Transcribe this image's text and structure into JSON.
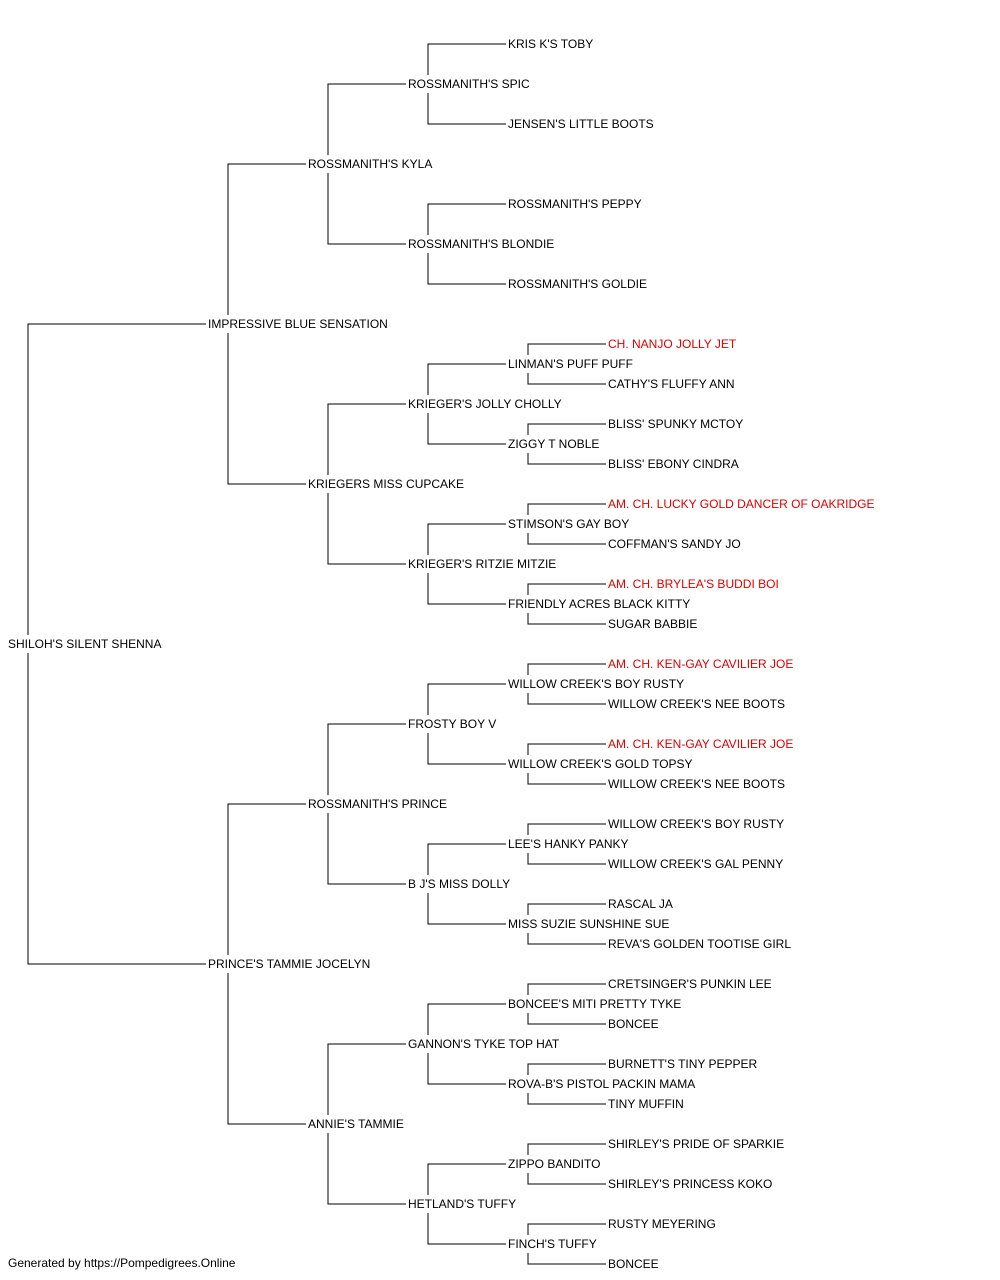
{
  "colors": {
    "text": "#000000",
    "champion": "#e00000",
    "line": "#000000"
  },
  "tree": {
    "name": "SHILOH'S SILENT SHENNA",
    "children": [
      {
        "name": "IMPRESSIVE BLUE SENSATION",
        "children": [
          {
            "name": "ROSSMANITH'S KYLA",
            "children": [
              {
                "name": "ROSSMANITH'S SPIC",
                "children": [
                  {
                    "name": "KRIS K'S TOBY"
                  },
                  {
                    "name": "JENSEN'S LITTLE BOOTS"
                  }
                ]
              },
              {
                "name": "ROSSMANITH'S BLONDIE",
                "children": [
                  {
                    "name": "ROSSMANITH'S PEPPY"
                  },
                  {
                    "name": "ROSSMANITH'S GOLDIE"
                  }
                ]
              }
            ]
          },
          {
            "name": "KRIEGERS MISS CUPCAKE",
            "children": [
              {
                "name": "KRIEGER'S JOLLY CHOLLY",
                "children": [
                  {
                    "name": "LINMAN'S PUFF PUFF",
                    "children": [
                      {
                        "name": "CH. NANJO JOLLY JET",
                        "champion": true
                      },
                      {
                        "name": "CATHY'S FLUFFY ANN"
                      }
                    ]
                  },
                  {
                    "name": "ZIGGY T NOBLE",
                    "children": [
                      {
                        "name": "BLISS' SPUNKY MCTOY"
                      },
                      {
                        "name": "BLISS' EBONY CINDRA"
                      }
                    ]
                  }
                ]
              },
              {
                "name": "KRIEGER'S RITZIE MITZIE",
                "children": [
                  {
                    "name": "STIMSON'S GAY BOY",
                    "children": [
                      {
                        "name": "AM. CH. LUCKY GOLD DANCER OF OAKRIDGE",
                        "champion": true
                      },
                      {
                        "name": "COFFMAN'S SANDY JO"
                      }
                    ]
                  },
                  {
                    "name": "FRIENDLY ACRES BLACK KITTY",
                    "children": [
                      {
                        "name": "AM. CH. BRYLEA'S BUDDI BOI",
                        "champion": true
                      },
                      {
                        "name": "SUGAR BABBIE"
                      }
                    ]
                  }
                ]
              }
            ]
          }
        ]
      },
      {
        "name": "PRINCE'S TAMMIE JOCELYN",
        "children": [
          {
            "name": "ROSSMANITH'S PRINCE",
            "children": [
              {
                "name": "FROSTY BOY V",
                "children": [
                  {
                    "name": "WILLOW CREEK'S BOY RUSTY",
                    "children": [
                      {
                        "name": "AM. CH. KEN-GAY CAVILIER JOE",
                        "champion": true
                      },
                      {
                        "name": "WILLOW CREEK'S NEE BOOTS"
                      }
                    ]
                  },
                  {
                    "name": "WILLOW CREEK'S GOLD TOPSY",
                    "children": [
                      {
                        "name": "AM. CH. KEN-GAY CAVILIER JOE",
                        "champion": true
                      },
                      {
                        "name": "WILLOW CREEK'S NEE BOOTS"
                      }
                    ]
                  }
                ]
              },
              {
                "name": "B J'S MISS DOLLY",
                "children": [
                  {
                    "name": "LEE'S HANKY PANKY",
                    "children": [
                      {
                        "name": "WILLOW CREEK'S BOY RUSTY"
                      },
                      {
                        "name": "WILLOW CREEK'S GAL PENNY"
                      }
                    ]
                  },
                  {
                    "name": "MISS SUZIE SUNSHINE SUE",
                    "children": [
                      {
                        "name": "RASCAL JA"
                      },
                      {
                        "name": "REVA'S GOLDEN TOOTISE GIRL"
                      }
                    ]
                  }
                ]
              }
            ]
          },
          {
            "name": "ANNIE'S TAMMIE",
            "children": [
              {
                "name": "GANNON'S TYKE TOP HAT",
                "children": [
                  {
                    "name": "BONCEE'S MITI PRETTY TYKE",
                    "children": [
                      {
                        "name": "CRETSINGER'S PUNKIN LEE"
                      },
                      {
                        "name": "BONCEE"
                      }
                    ]
                  },
                  {
                    "name": "ROVA-B'S PISTOL PACKIN MAMA",
                    "children": [
                      {
                        "name": "BURNETT'S TINY PEPPER"
                      },
                      {
                        "name": "TINY MUFFIN"
                      }
                    ]
                  }
                ]
              },
              {
                "name": "HETLAND'S TUFFY",
                "children": [
                  {
                    "name": "ZIPPO BANDITO",
                    "children": [
                      {
                        "name": "SHIRLEY'S PRIDE OF SPARKIE"
                      },
                      {
                        "name": "SHIRLEY'S PRINCESS KOKO"
                      }
                    ]
                  },
                  {
                    "name": "FINCH'S TUFFY",
                    "children": [
                      {
                        "name": "RUSTY MEYERING"
                      },
                      {
                        "name": "BONCEE"
                      }
                    ]
                  }
                ]
              }
            ]
          }
        ]
      }
    ]
  },
  "footer": "Generated by https://Pompedigrees.Online"
}
